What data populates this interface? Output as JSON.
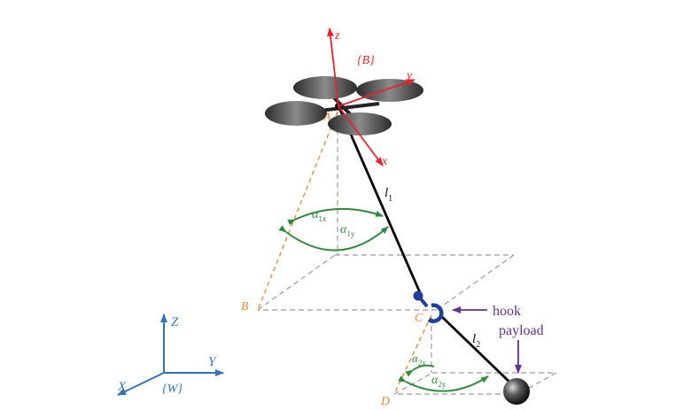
{
  "frames": {
    "body_frame": "{B}",
    "world_frame": "{W}",
    "body_axes": {
      "x": "x",
      "y": "y",
      "z": "z"
    },
    "world_axes": {
      "x": "X",
      "y": "Y",
      "z": "Z"
    }
  },
  "points": {
    "A": "A",
    "B": "B",
    "C": "C",
    "D": "D"
  },
  "cables": {
    "l1": "l",
    "l1_sub": "1",
    "l2": "l",
    "l2_sub": "2"
  },
  "angles": {
    "a1x": "α",
    "a1x_sub": "1x",
    "a1y": "α",
    "a1y_sub": "1y",
    "a2x": "α",
    "a2x_sub": "2x",
    "a2y": "α",
    "a2y_sub": "2y"
  },
  "annotations": {
    "hook": "hook",
    "payload": "payload"
  },
  "colors": {
    "body_axes": "#e8232a",
    "world_axes": "#2e75b6",
    "angle": "#2e8b3a",
    "projection": "#ef8a2c",
    "grid": "#9a9a9a",
    "hook": "#1f3f9e",
    "annotation": "#6a2d91",
    "cable": "#000000"
  }
}
